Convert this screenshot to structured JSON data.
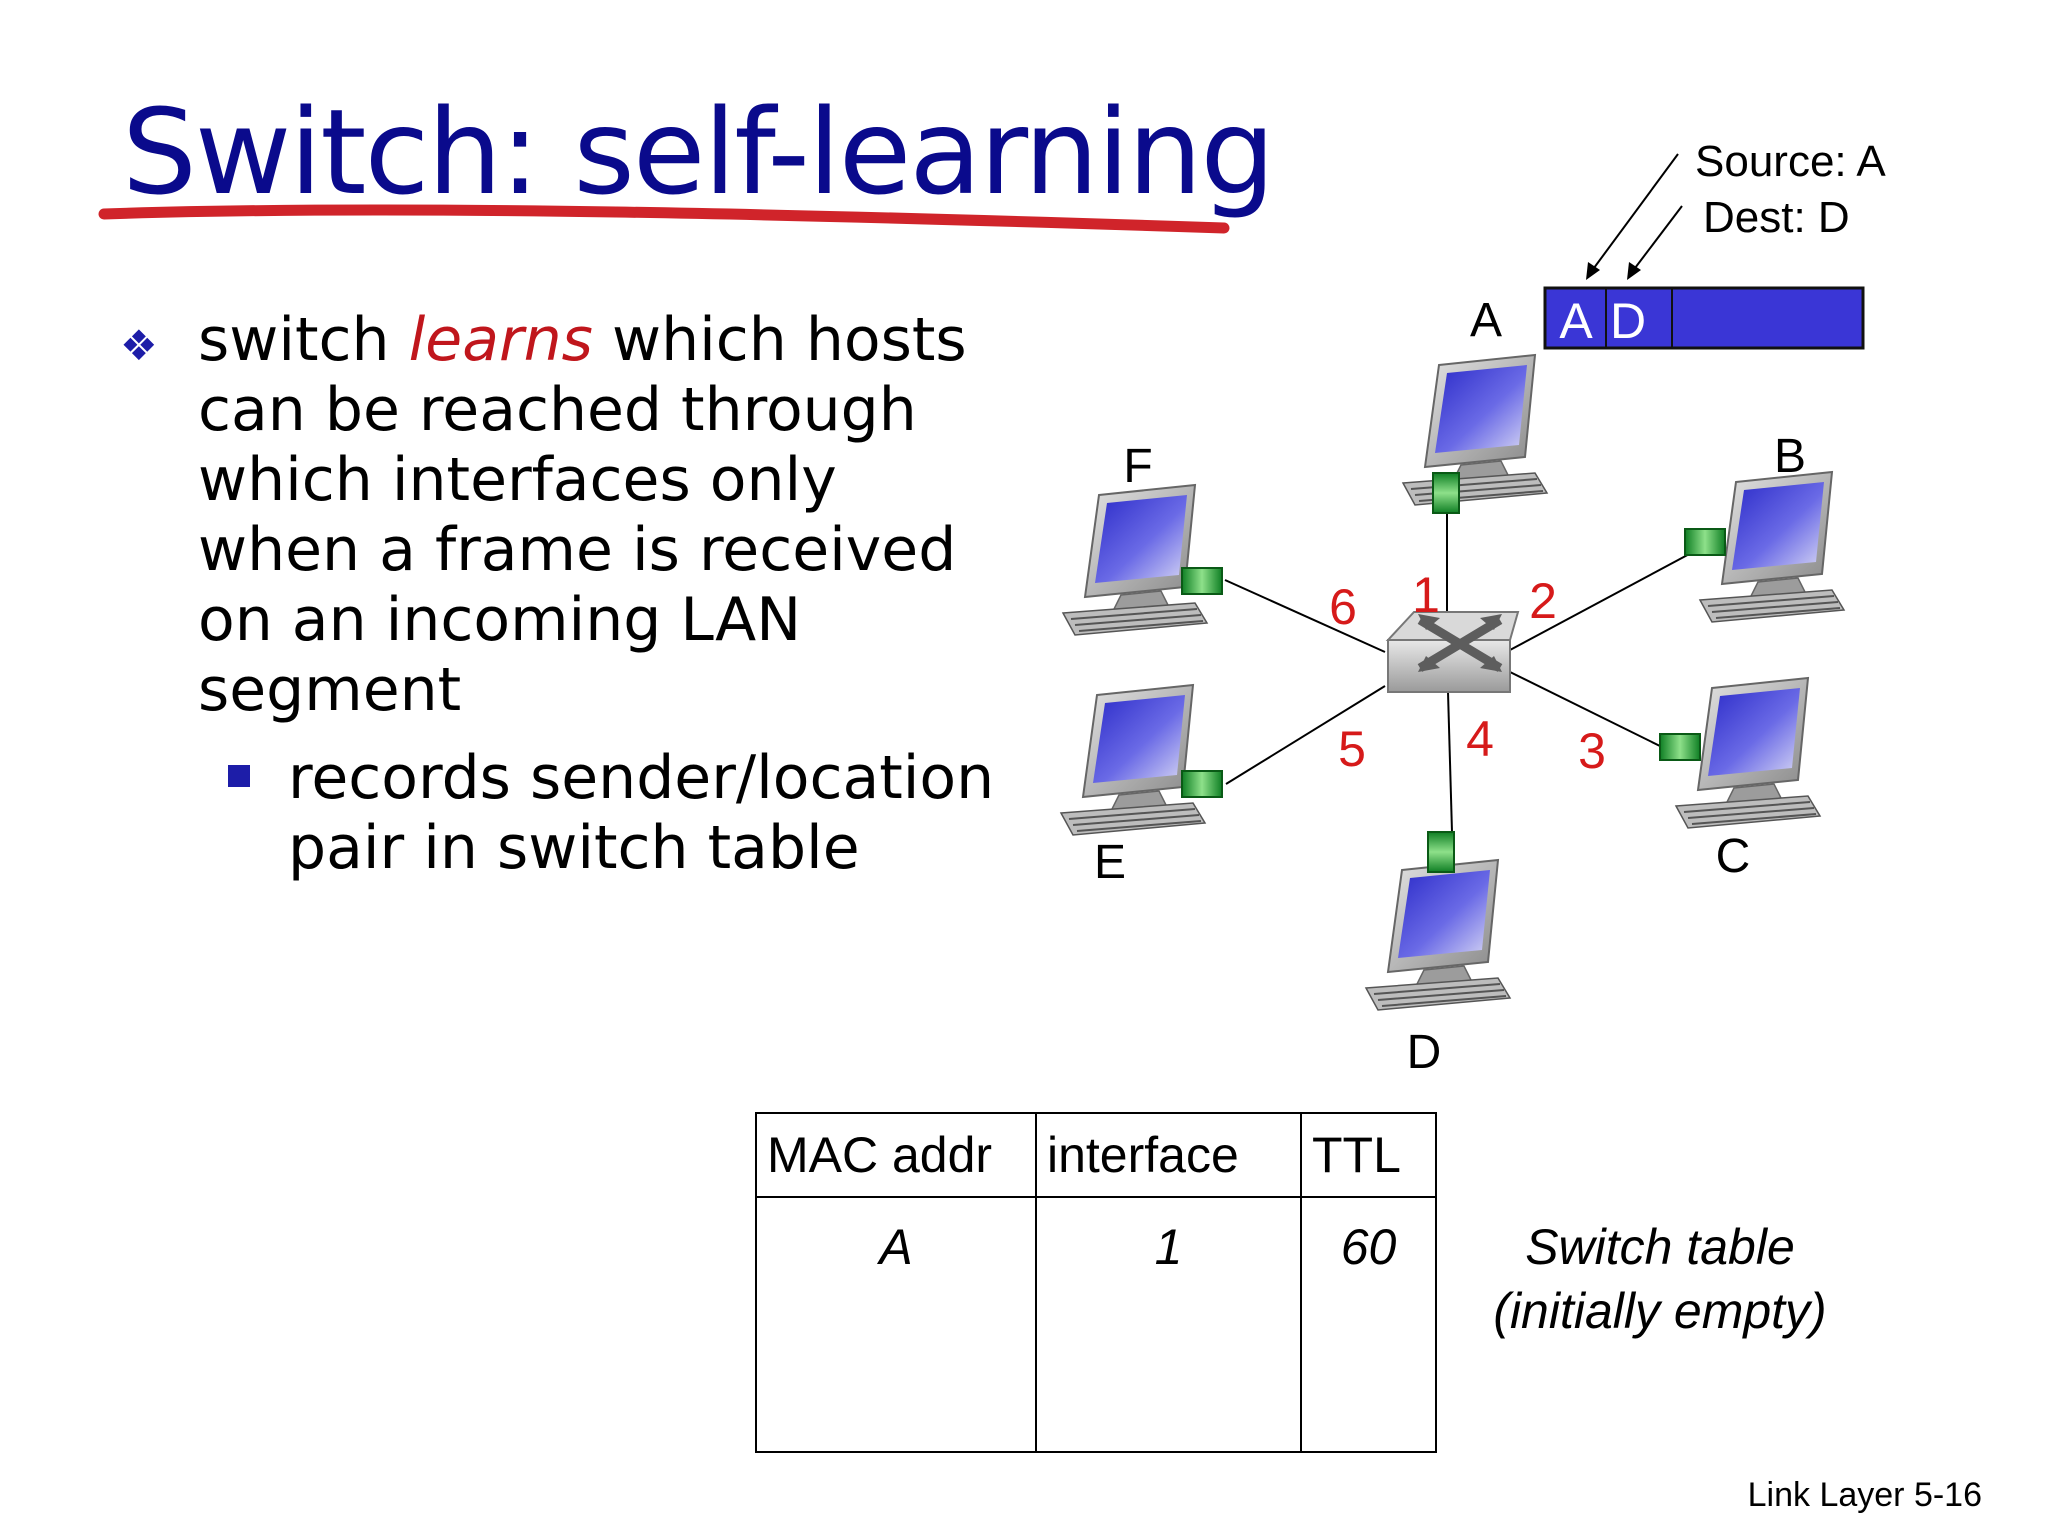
{
  "slide": {
    "title": "Switch: self-learning",
    "footer": "Link Layer  5-16"
  },
  "bullets": {
    "main_before": "switch ",
    "main_emph": "learns",
    "main_after": " which hosts can be reached through which interfaces only when a frame is received on an incoming LAN segment",
    "sub": "records sender/location pair in switch table"
  },
  "diagram": {
    "hosts": {
      "A": "A",
      "B": "B",
      "C": "C",
      "D": "D",
      "E": "E",
      "F": "F"
    },
    "interfaces": [
      "1",
      "2",
      "3",
      "4",
      "5",
      "6"
    ],
    "frame": {
      "source_char": "A",
      "dest_char": "D",
      "source_label": "Source: A",
      "dest_label": "Dest: D"
    }
  },
  "switch_table": {
    "headers": [
      "MAC addr",
      "interface",
      "TTL"
    ],
    "rows": [
      [
        "A",
        "1",
        "60"
      ]
    ],
    "caption_line1": "Switch table",
    "caption_line2": "(initially empty)"
  },
  "colors": {
    "title": "#0a0a8c",
    "underline": "#d0242a",
    "interface_numbers": "#d61a1a",
    "frame_fill": "#3a36d6",
    "adapter": "#2fae3a"
  }
}
